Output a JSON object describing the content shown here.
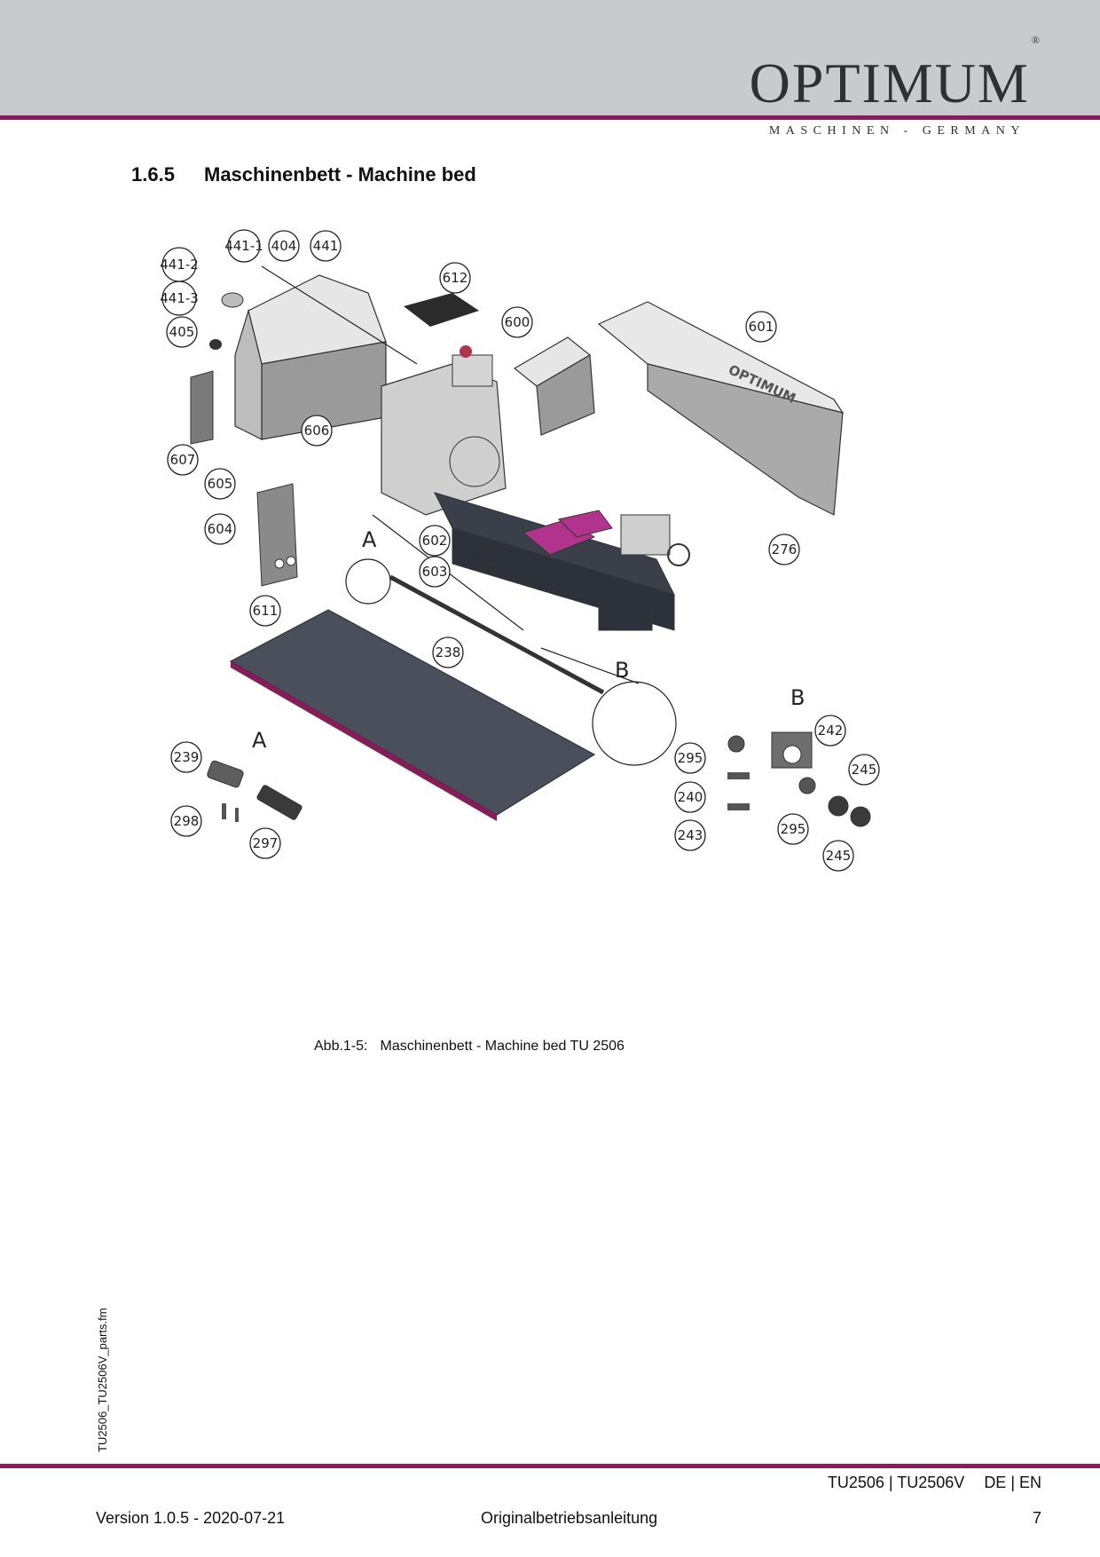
{
  "header": {
    "brand": "OPTIMUM",
    "registered_mark": "®",
    "tagline": "MASCHINEN - GERMANY"
  },
  "section": {
    "number": "1.6.5",
    "title": "Maschinenbett - Machine bed"
  },
  "figure": {
    "caption_label": "Abb.1-5:",
    "caption_text": "Maschinenbett - Machine bed TU 2506",
    "detail_letters": [
      "A",
      "B",
      "A",
      "B"
    ],
    "part_labels": [
      "441-1",
      "404",
      "441",
      "441-2",
      "441-3",
      "612",
      "405",
      "600",
      "601",
      "606",
      "607",
      "605",
      "604",
      "602",
      "603",
      "276",
      "611",
      "238",
      "242",
      "239",
      "295",
      "245",
      "240",
      "298",
      "297",
      "243",
      "295",
      "245"
    ],
    "machine_logo": "OPTIMUM"
  },
  "sidebar": {
    "filename": "TU2506_TU2506V_parts.fm"
  },
  "footer": {
    "models": "TU2506 | TU2506V",
    "languages": "DE | EN",
    "version": "Version 1.0.5 - 2020-07-21",
    "document": "Originalbetriebsanleitung",
    "page": "7"
  },
  "colors": {
    "accent": "#8a1a5a",
    "header_gray": "#c9cacc",
    "part_magenta": "#b0348c"
  }
}
